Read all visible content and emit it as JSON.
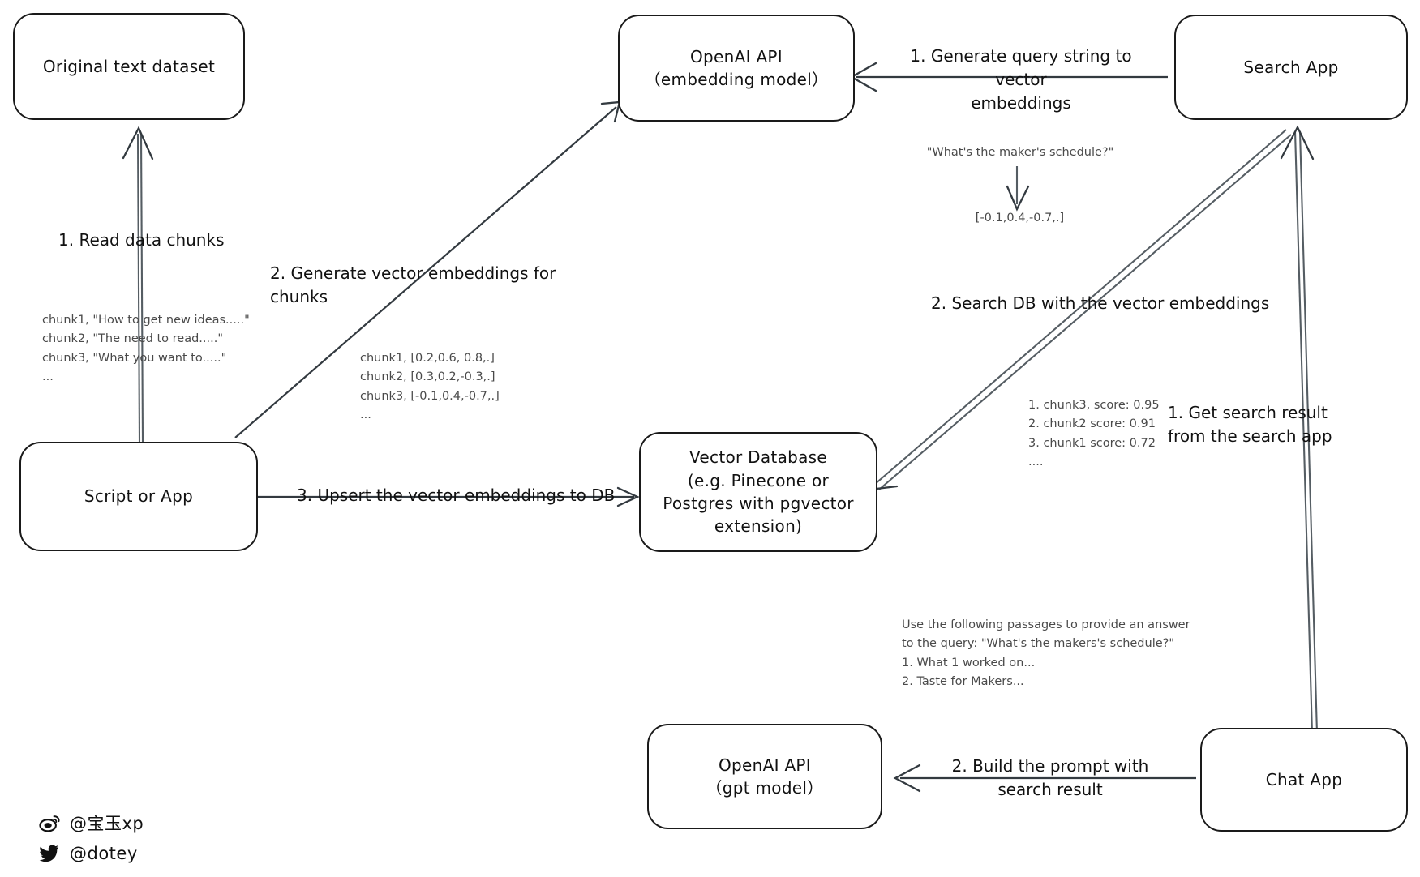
{
  "diagram": {
    "title": "Retrieval Augmented Generation architecture",
    "nodes": [
      {
        "id": "original-text-dataset",
        "label": "Original text dataset"
      },
      {
        "id": "openai-embedding",
        "label": "OpenAI API\n（embedding model）"
      },
      {
        "id": "search-app",
        "label": "Search App"
      },
      {
        "id": "script-or-app",
        "label": "Script or App"
      },
      {
        "id": "vector-database",
        "label": "Vector Database\n(e.g. Pinecone or\nPostgres with pgvector\nextension)"
      },
      {
        "id": "openai-gpt",
        "label": "OpenAI API\n（gpt model）"
      },
      {
        "id": "chat-app",
        "label": "Chat App"
      }
    ],
    "step_labels": [
      {
        "id": "read-data-chunks",
        "text": "1. Read data chunks"
      },
      {
        "id": "generate-vector-embeddings",
        "text": "2. Generate vector embeddings for chunks"
      },
      {
        "id": "upsert-embeddings",
        "text": "3. Upsert the vector embeddings  to DB"
      },
      {
        "id": "generate-query-string",
        "text": "1. Generate query string to vector\nembeddings"
      },
      {
        "id": "search-db",
        "text": "2. Search DB with the vector embeddings"
      },
      {
        "id": "get-search-result",
        "text": "1. Get search result\nfrom the search app"
      },
      {
        "id": "build-prompt",
        "text": "2. Build the prompt with\nsearch result"
      }
    ],
    "annotations": [
      {
        "id": "chunks-sample",
        "text": "chunk1, \"How to get new ideas.....\"\nchunk2, \"The need to read.....\"\nchunk3, \"What you want to.....\"\n..."
      },
      {
        "id": "chunk-embeddings-sample",
        "text": "chunk1, [0.2,0.6, 0.8,.]\nchunk2, [0.3,0.2,-0.3,.]\nchunk3, [-0.1,0.4,-0.7,.]\n..."
      },
      {
        "id": "query-string",
        "text": "\"What's the maker's schedule?\""
      },
      {
        "id": "query-embedding",
        "text": "[-0.1,0.4,-0.7,.]"
      },
      {
        "id": "search-results",
        "text": "1. chunk3, score: 0.95\n2. chunk2 score: 0.91\n3. chunk1 score: 0.72\n...."
      },
      {
        "id": "prompt-sample",
        "text": "Use the following passages to provide an answer\nto the query: \"What's the makers's schedule?\"\n1. What 1 worked on...\n2. Taste for Makers..."
      }
    ],
    "social": [
      {
        "id": "weibo",
        "icon": "weibo-icon",
        "handle": "@宝玉xp"
      },
      {
        "id": "twitter",
        "icon": "twitter-icon",
        "handle": "@dotey"
      }
    ],
    "colors": {
      "ink": "#111111",
      "annotation": "#4a4a4a",
      "wire": "#555d63",
      "background": "#ffffff"
    }
  }
}
